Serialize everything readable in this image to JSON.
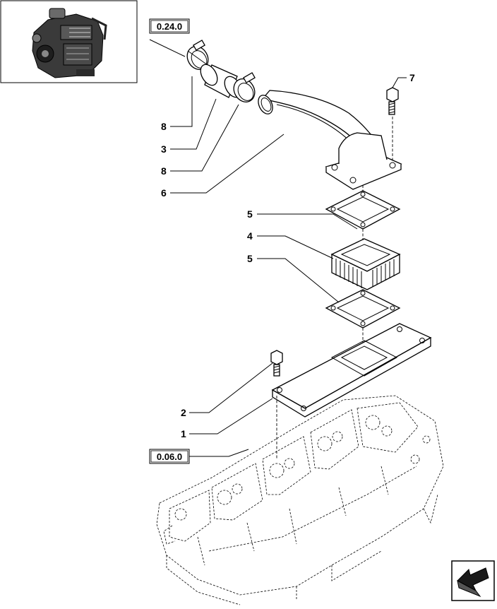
{
  "reference_boxes": [
    {
      "id": "ref-top",
      "label": "0.24.0"
    },
    {
      "id": "ref-bottom",
      "label": "0.06.0"
    }
  ],
  "callouts": [
    {
      "id": "c8a",
      "label": "8"
    },
    {
      "id": "c3",
      "label": "3"
    },
    {
      "id": "c8b",
      "label": "8"
    },
    {
      "id": "c6",
      "label": "6"
    },
    {
      "id": "c7",
      "label": "7"
    },
    {
      "id": "c5a",
      "label": "5"
    },
    {
      "id": "c4",
      "label": "4"
    },
    {
      "id": "c5b",
      "label": "5"
    },
    {
      "id": "c2",
      "label": "2"
    },
    {
      "id": "c1",
      "label": "1"
    }
  ],
  "icons": {
    "thumbnail": "engine-thumbnail-icon",
    "navigation": "next-page-arrow-icon"
  }
}
